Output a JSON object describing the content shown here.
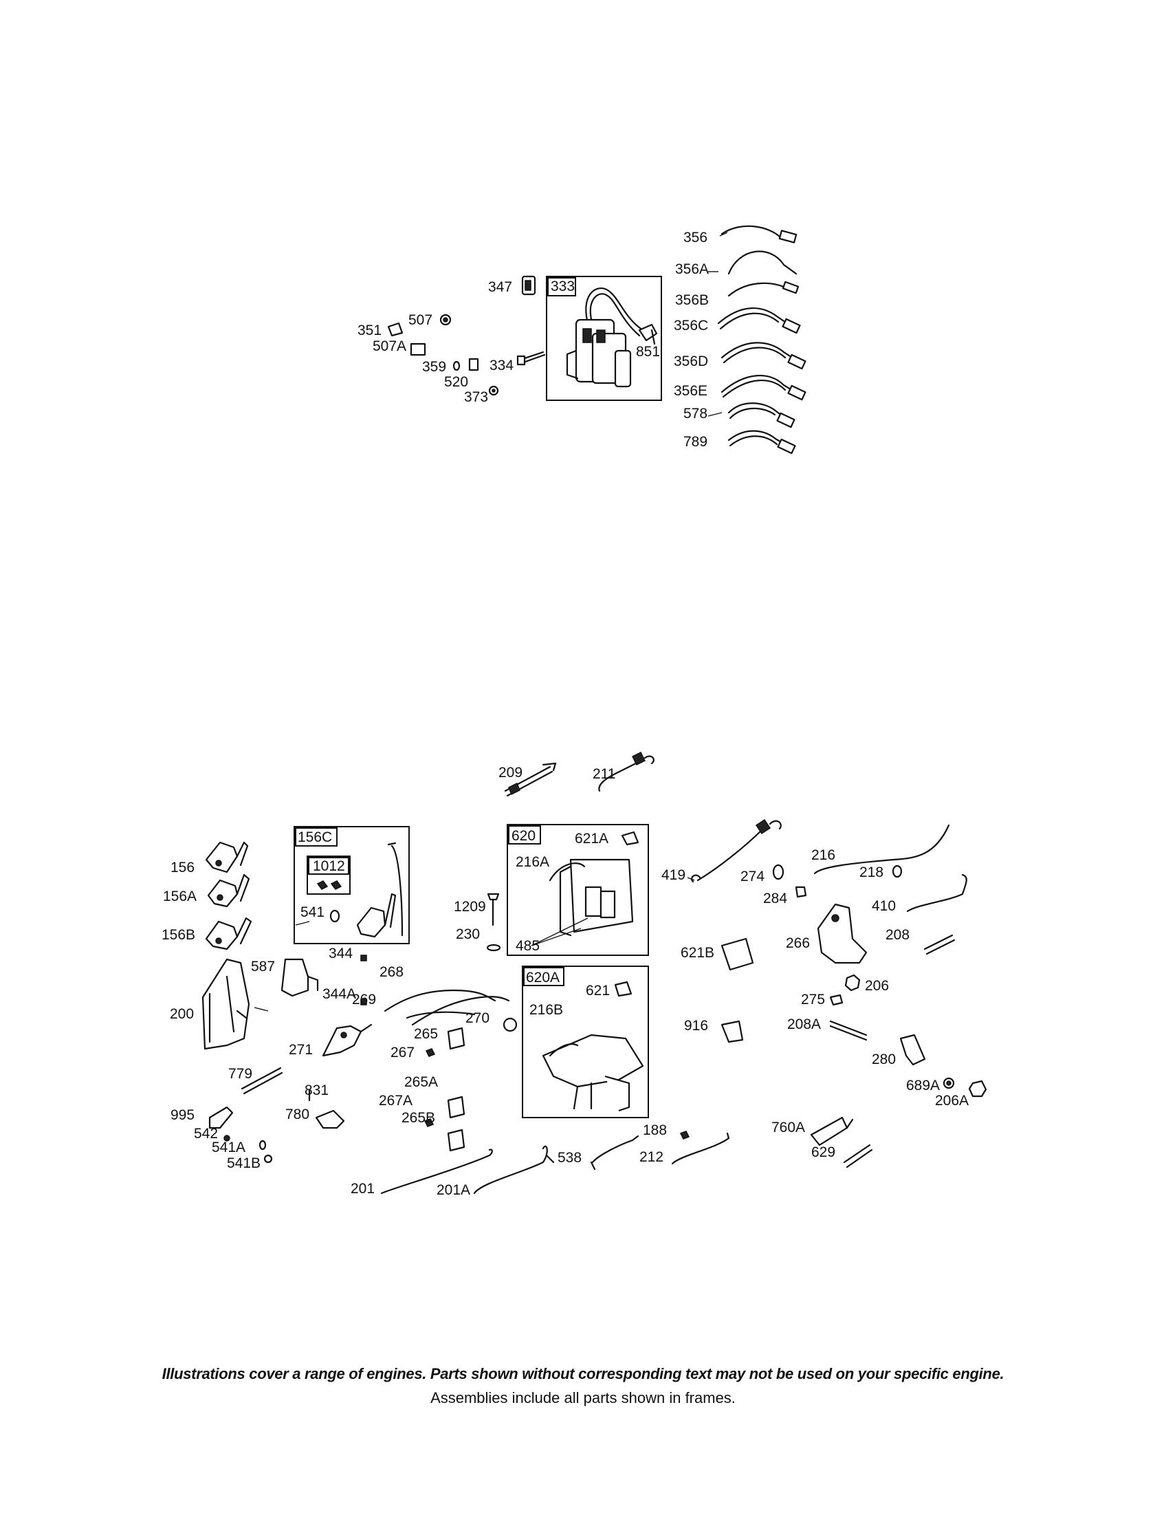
{
  "top_group": {
    "labels": [
      "356",
      "356A",
      "347",
      "333",
      "356B",
      "356C",
      "507",
      "351",
      "507A",
      "851",
      "356D",
      "359",
      "334",
      "356E",
      "520",
      "373",
      "578",
      "789"
    ]
  },
  "bottom_group": {
    "labels": [
      "209",
      "211",
      "156C",
      "620",
      "621A",
      "1012",
      "216",
      "156",
      "216A",
      "419",
      "274",
      "218",
      "156A",
      "284",
      "1209",
      "410",
      "541",
      "208",
      "156B",
      "230",
      "485",
      "266",
      "621B",
      "344",
      "587",
      "268",
      "620A",
      "206",
      "344A",
      "621",
      "269",
      "270",
      "275",
      "200",
      "216B",
      "916",
      "208A",
      "265",
      "271",
      "267",
      "280",
      "779",
      "265A",
      "831",
      "689A",
      "267A",
      "206A",
      "780",
      "995",
      "265B",
      "188",
      "542",
      "760A",
      "541A",
      "212",
      "538",
      "629",
      "541B",
      "201",
      "201A"
    ]
  },
  "footer": {
    "note": "Illustrations cover a range of engines. Parts shown without corresponding text may not be used on your specific engine.",
    "sub": "Assemblies include all parts shown in frames."
  }
}
